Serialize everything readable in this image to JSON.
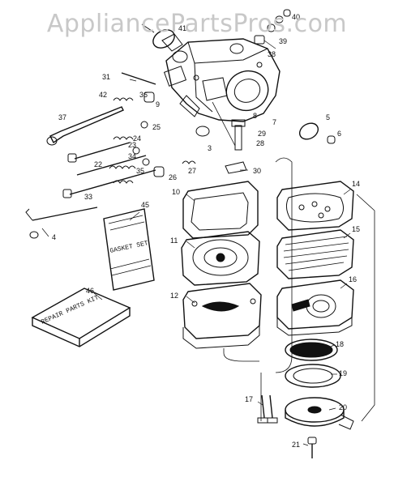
{
  "watermark": "AppliancePartsPros.com",
  "callouts": [
    "41",
    "40",
    "39",
    "38",
    "31",
    "36",
    "9",
    "25",
    "24",
    "42",
    "37",
    "23",
    "34",
    "22",
    "35",
    "26",
    "33",
    "27",
    "3",
    "8",
    "7",
    "29",
    "28",
    "30",
    "5",
    "6",
    "4",
    "45",
    "10",
    "14",
    "15",
    "16",
    "11",
    "12",
    "46",
    "18",
    "19",
    "17",
    "20",
    "21"
  ],
  "gasket_box": "GASKET SET",
  "kit_box": "REPAIR PARTS KIT"
}
